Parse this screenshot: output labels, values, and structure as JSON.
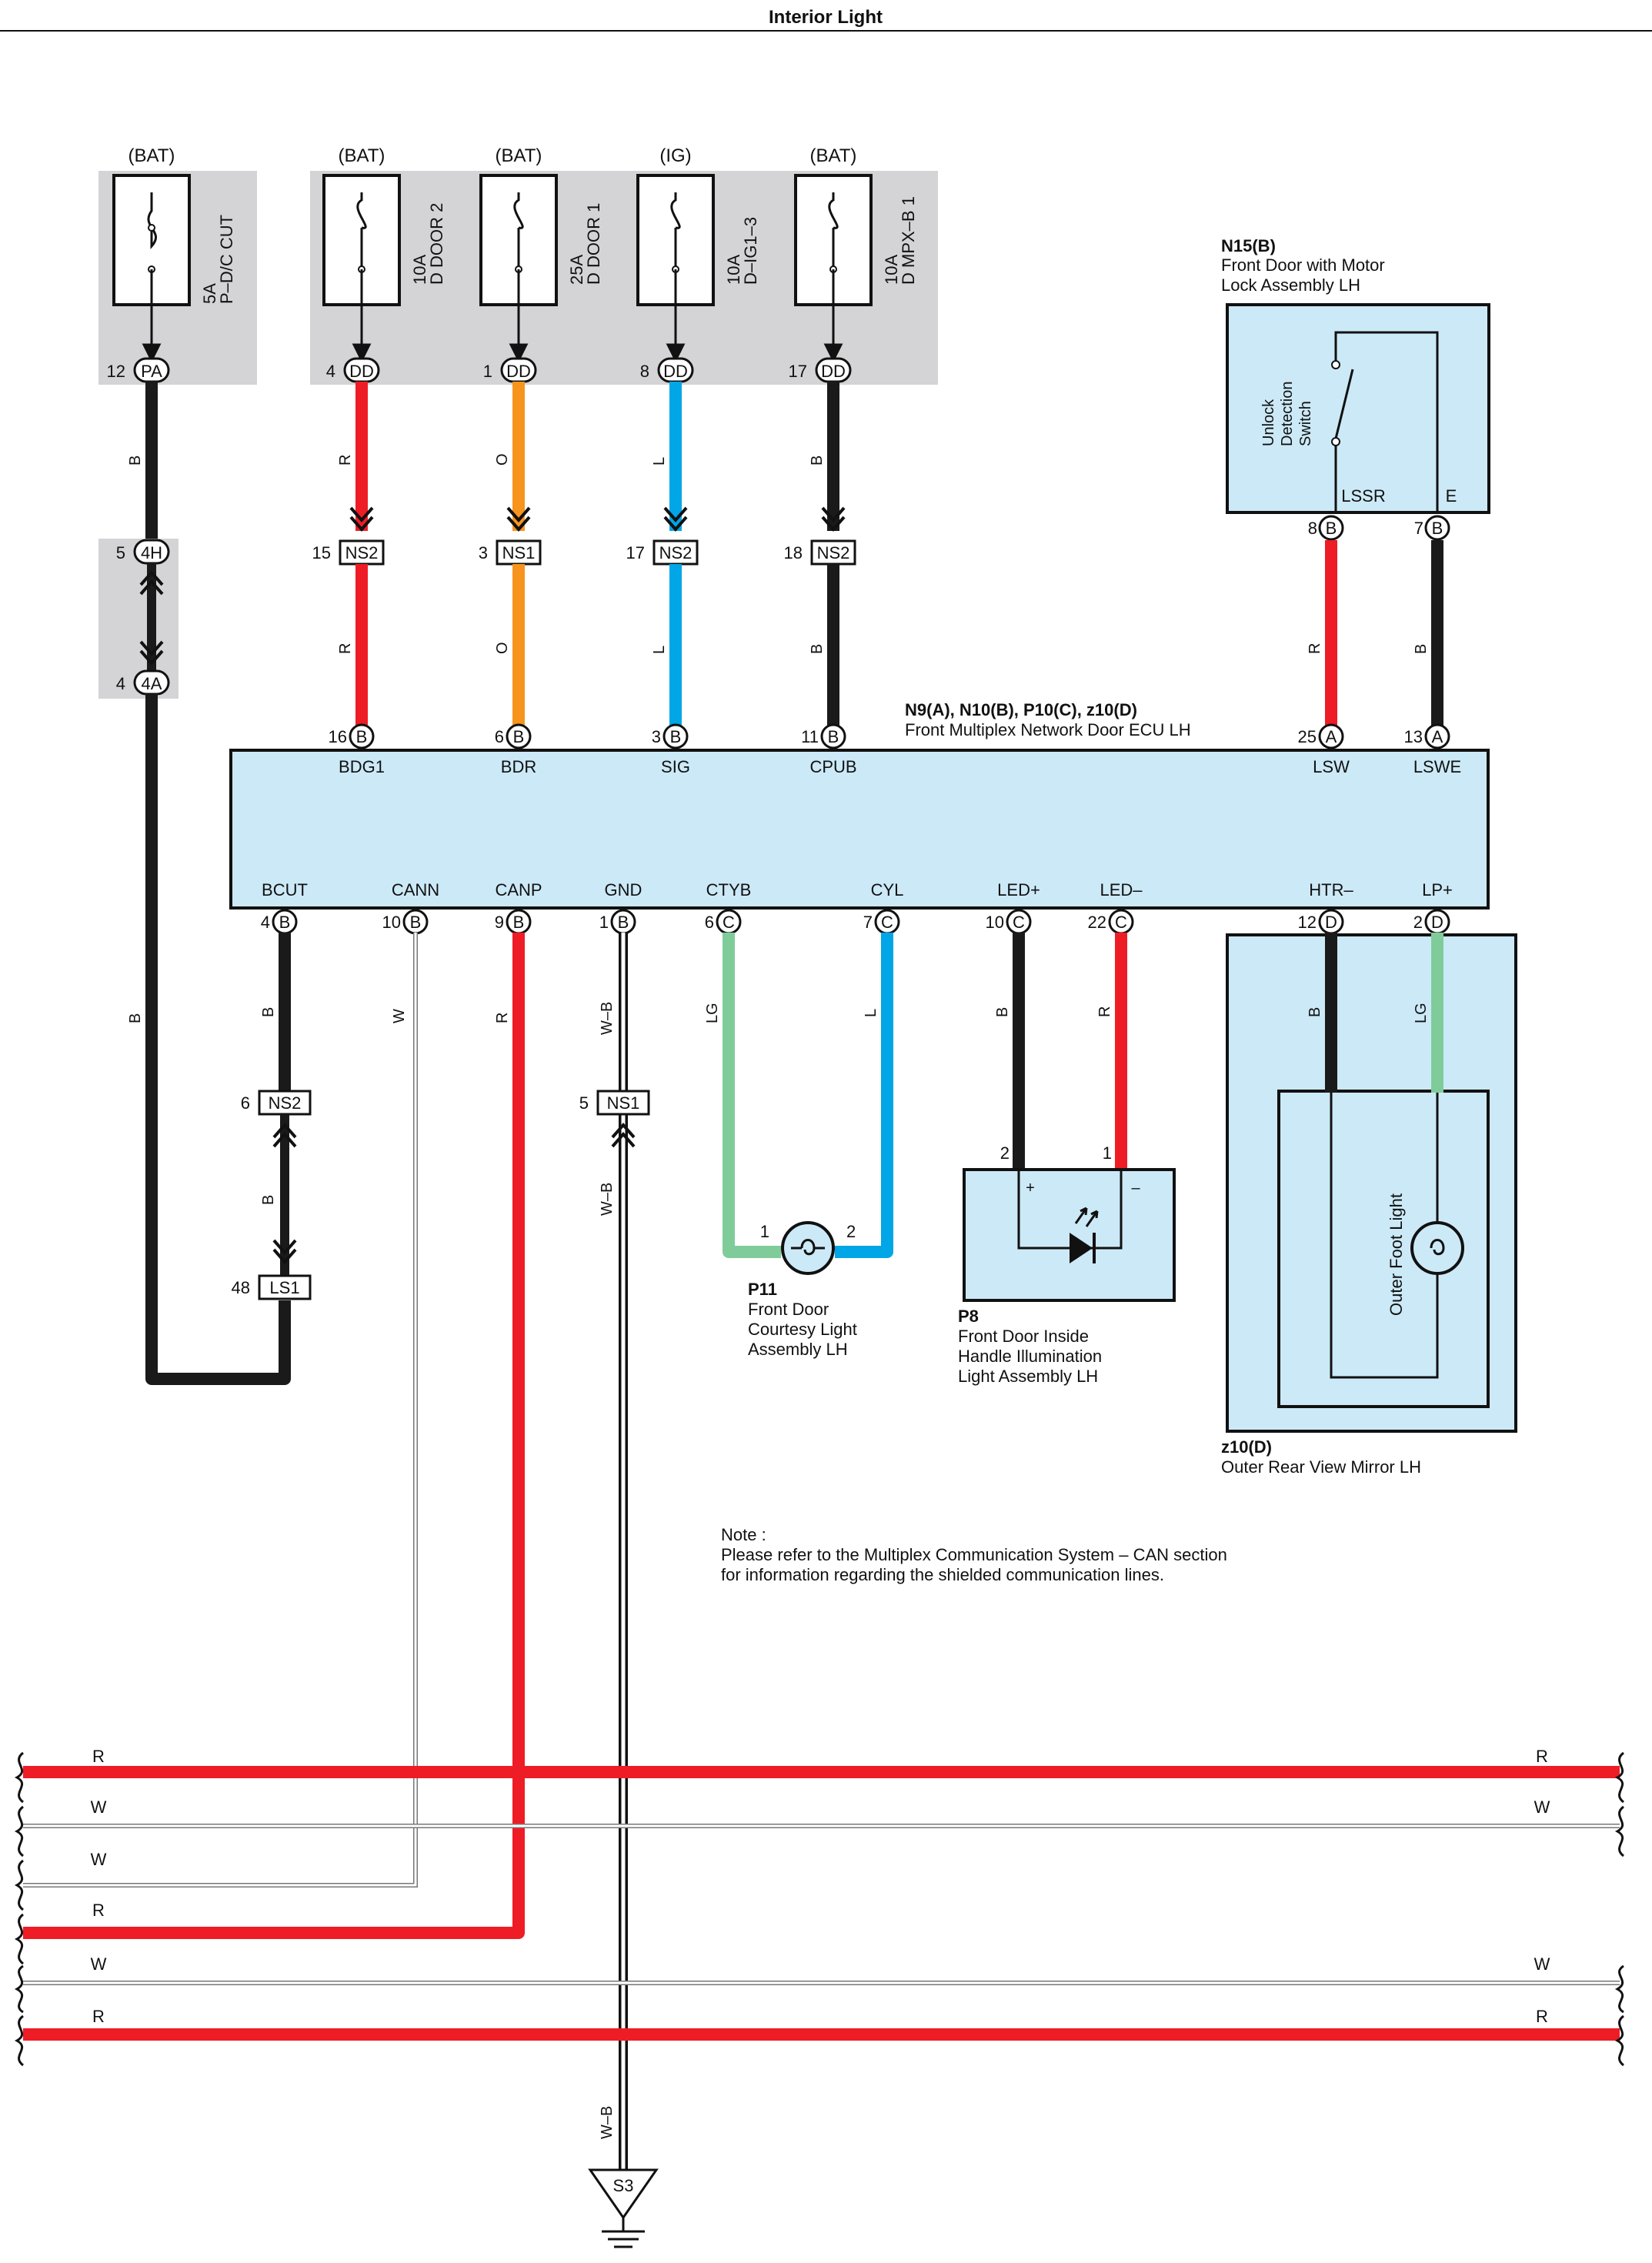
{
  "title": "Interior Light",
  "fuses": [
    {
      "source": "(BAT)",
      "rating": "5A",
      "name": "P–D/C CUT",
      "pin": "12",
      "conn": "PA"
    },
    {
      "source": "(BAT)",
      "rating": "10A",
      "name": "D DOOR 2",
      "pin": "4",
      "conn": "DD"
    },
    {
      "source": "(BAT)",
      "rating": "25A",
      "name": "D DOOR 1",
      "pin": "1",
      "conn": "DD"
    },
    {
      "source": "(IG)",
      "rating": "10A",
      "name": "D–IG1–3",
      "pin": "8",
      "conn": "DD"
    },
    {
      "source": "(BAT)",
      "rating": "10A",
      "name": "D MPX–B 1",
      "pin": "17",
      "conn": "DD"
    }
  ],
  "junctions": {
    "j4h": {
      "pin": "5",
      "conn": "4H"
    },
    "j4a": {
      "pin": "4",
      "conn": "4A"
    },
    "ns2_15": {
      "pin": "15",
      "conn": "NS2"
    },
    "ns1_3": {
      "pin": "3",
      "conn": "NS1"
    },
    "ns2_17": {
      "pin": "17",
      "conn": "NS2"
    },
    "ns2_18": {
      "pin": "18",
      "conn": "NS2"
    },
    "ns2_6": {
      "pin": "6",
      "conn": "NS2"
    },
    "ls1_48": {
      "pin": "48",
      "conn": "LS1"
    },
    "ns1_5": {
      "pin": "5",
      "conn": "NS1"
    }
  },
  "ecu": {
    "id": "N9(A), N10(B), P10(C), z10(D)",
    "name": "Front Multiplex Network Door ECU LH",
    "top_pins": [
      {
        "num": "16",
        "conn": "B",
        "label": "BDG1"
      },
      {
        "num": "6",
        "conn": "B",
        "label": "BDR"
      },
      {
        "num": "3",
        "conn": "B",
        "label": "SIG"
      },
      {
        "num": "11",
        "conn": "B",
        "label": "CPUB"
      },
      {
        "num": "25",
        "conn": "A",
        "label": "LSW"
      },
      {
        "num": "13",
        "conn": "A",
        "label": "LSWE"
      }
    ],
    "bottom_pins": [
      {
        "num": "4",
        "conn": "B",
        "label": "BCUT"
      },
      {
        "num": "10",
        "conn": "B",
        "label": "CANN"
      },
      {
        "num": "9",
        "conn": "B",
        "label": "CANP"
      },
      {
        "num": "1",
        "conn": "B",
        "label": "GND"
      },
      {
        "num": "6",
        "conn": "C",
        "label": "CTYB"
      },
      {
        "num": "7",
        "conn": "C",
        "label": "CYL"
      },
      {
        "num": "10",
        "conn": "C",
        "label": "LED+"
      },
      {
        "num": "22",
        "conn": "C",
        "label": "LED–"
      },
      {
        "num": "12",
        "conn": "D",
        "label": "HTR–"
      },
      {
        "num": "2",
        "conn": "D",
        "label": "LP+"
      }
    ]
  },
  "n15": {
    "id": "N15(B)",
    "name1": "Front Door with Motor",
    "name2": "Lock Assembly LH",
    "switch1": "Unlock",
    "switch2": "Detection",
    "switch3": "Switch",
    "pin_lssr": "LSSR",
    "pin_e": "E",
    "pin8": "8",
    "pin7": "7",
    "conn": "B"
  },
  "p11": {
    "id": "P11",
    "l1": "Front Door",
    "l2": "Courtesy Light",
    "l3": "Assembly LH",
    "pin1": "1",
    "pin2": "2"
  },
  "p8": {
    "id": "P8",
    "l1": "Front Door Inside",
    "l2": "Handle Illumination",
    "l3": "Light Assembly LH",
    "pin2": "2",
    "pin1": "1",
    "plus": "+",
    "minus": "–"
  },
  "z10": {
    "id": "z10(D)",
    "name": "Outer Rear View Mirror LH",
    "light": "Outer Foot Light"
  },
  "wire_colors": {
    "B": "B",
    "R": "R",
    "O": "O",
    "L": "L",
    "W": "W",
    "WB": "W–B",
    "LG": "LG"
  },
  "note": {
    "l1": "Note :",
    "l2": "Please refer to the Multiplex Communication System – CAN section",
    "l3": "for information regarding the shielded communication lines."
  },
  "ground": "S3",
  "colors": {
    "black": "#1a1a1a",
    "red": "#ee1c25",
    "orange": "#f7941d",
    "blue": "#00a6e6",
    "green": "#7fcc9a",
    "panel": "#d4d4d6",
    "component": "#cce9f7"
  }
}
